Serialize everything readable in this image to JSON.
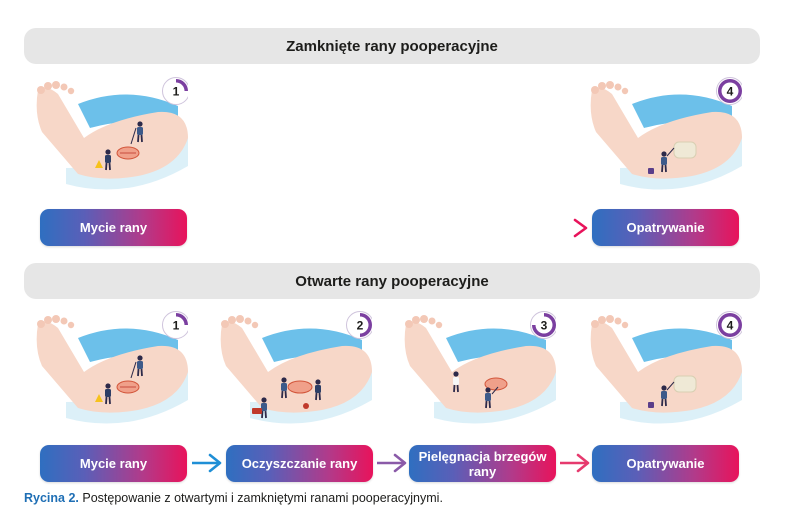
{
  "sections": [
    {
      "title": "Zamknięte rany pooperacyjne",
      "steps": [
        {
          "number": "1",
          "label": "Mycie rany"
        },
        {
          "number": "4",
          "label": "Opatrywanie"
        }
      ]
    },
    {
      "title": "Otwarte rany pooperacyjne",
      "steps": [
        {
          "number": "1",
          "label": "Mycie rany"
        },
        {
          "number": "2",
          "label": "Oczyszczanie rany"
        },
        {
          "number": "3",
          "label": "Pielęgnacja brzegów rany"
        },
        {
          "number": "4",
          "label": "Opatrywanie"
        }
      ]
    }
  ],
  "caption": {
    "label": "Rycina 2.",
    "text": " Postępowanie z otwartymi i zamkniętymi ranami pooperacyjnymi."
  },
  "colors": {
    "pill_start": "#2f6fc0",
    "pill_end": "#e8135b",
    "arrow_blue": "#1f8fd6",
    "arrow_purple": "#8a5aa8",
    "arrow_pink": "#e63a6e",
    "band": "#e6e6e6",
    "badge_purple": "#7b3fa0",
    "skin": "#f7d7c8",
    "sheet": "#bfe3f3"
  }
}
